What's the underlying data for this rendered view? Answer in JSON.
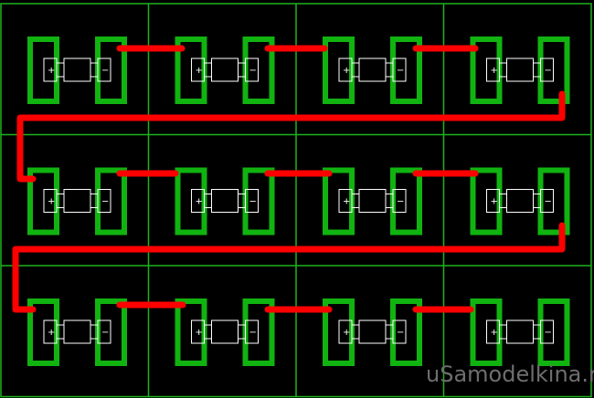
{
  "board": {
    "rows": 3,
    "cols": 4,
    "colors": {
      "background": "#000000",
      "grid": "#1db31d",
      "pad": "#11b311",
      "trace": "#ff0000",
      "component": "#ffffff"
    },
    "component": {
      "plus_label": "+",
      "minus_label": "−"
    },
    "watermark": "uSamodelkina.ru"
  }
}
